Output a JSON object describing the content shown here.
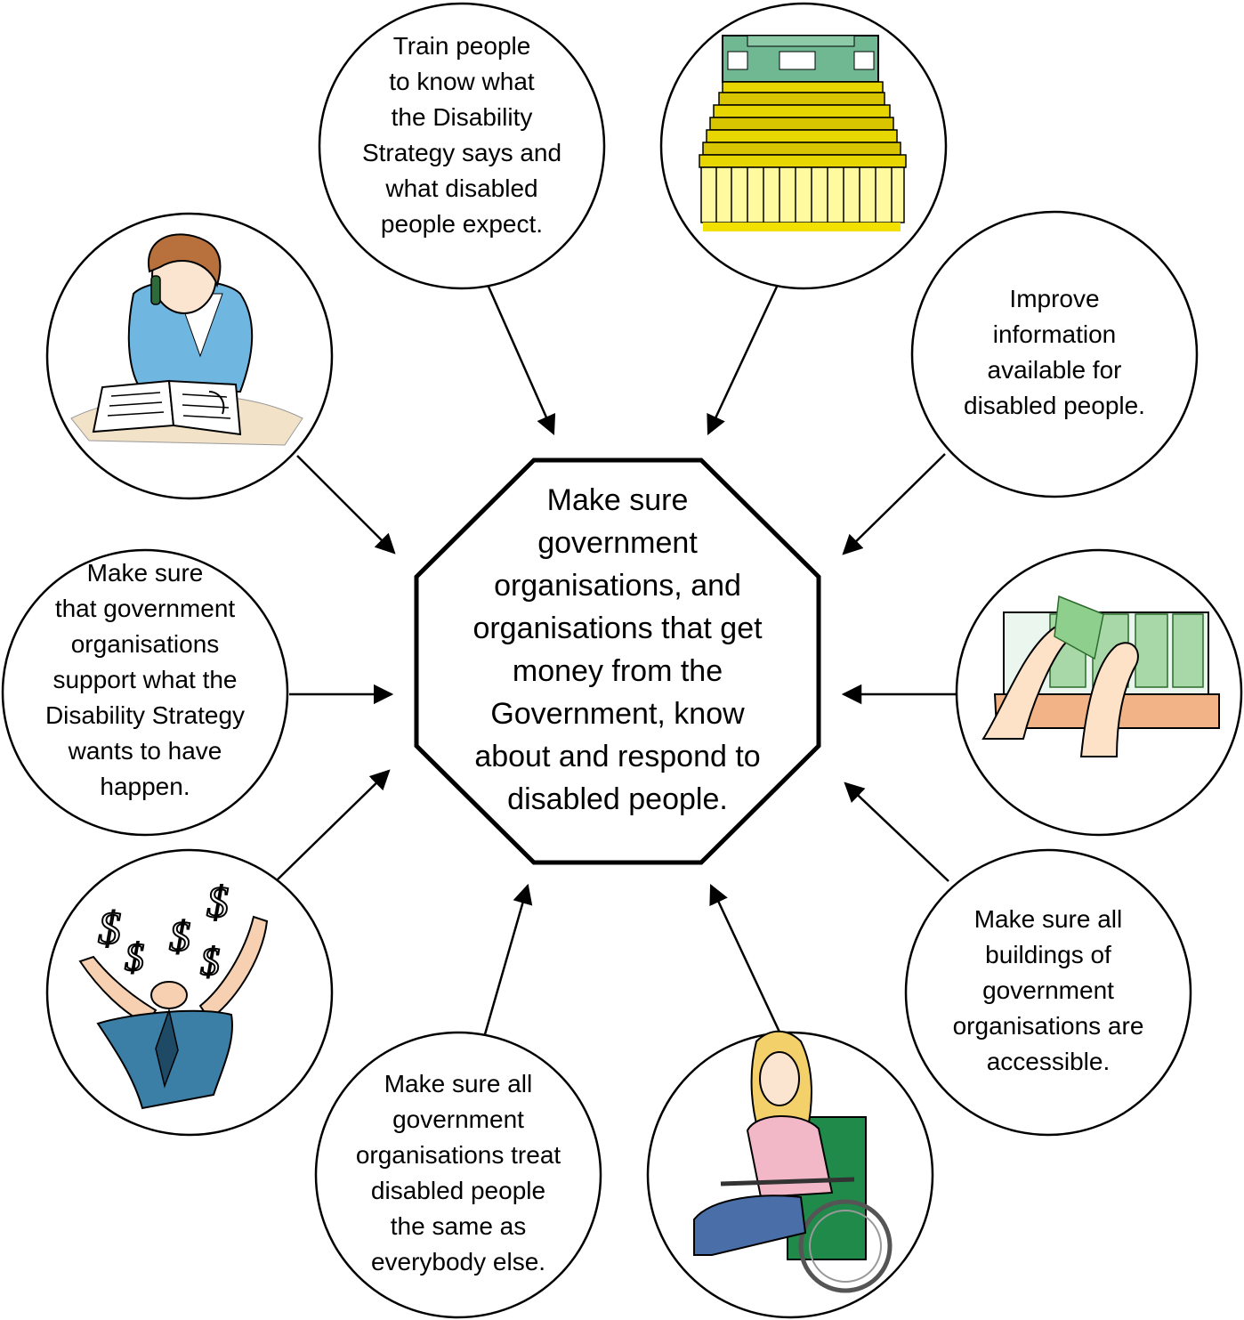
{
  "center": {
    "lines": [
      "Make sure",
      "government",
      "organisations, and",
      "organisations that get",
      "money from the",
      "Government, know",
      "about and respond to",
      "disabled people."
    ]
  },
  "nodes": {
    "train": {
      "lines": [
        "Train people",
        "to know what",
        "the Disability",
        "Strategy says and",
        "what disabled",
        "people expect."
      ]
    },
    "improve": {
      "lines": [
        "Improve",
        "information",
        "available for",
        "disabled people."
      ]
    },
    "support": {
      "lines": [
        "Make sure",
        "that government",
        "organisations",
        "support what the",
        "Disability Strategy",
        "wants to have",
        "happen."
      ]
    },
    "buildings": {
      "lines": [
        "Make sure all",
        "buildings of",
        "government",
        "organisations are",
        "accessible."
      ]
    },
    "treat": {
      "lines": [
        "Make sure all",
        "government",
        "organisations treat",
        "disabled people",
        "the same as",
        "everybody else."
      ]
    }
  },
  "pictures": {
    "parliament": "parliament-building-icon",
    "reader": "woman-reading-phone-icon",
    "money_drawer": "money-drawer-icon",
    "money_rain": "man-catching-money-icon",
    "wheelchair": "woman-in-wheelchair-icon"
  },
  "colors": {
    "stroke": "#000000",
    "background": "#ffffff"
  }
}
